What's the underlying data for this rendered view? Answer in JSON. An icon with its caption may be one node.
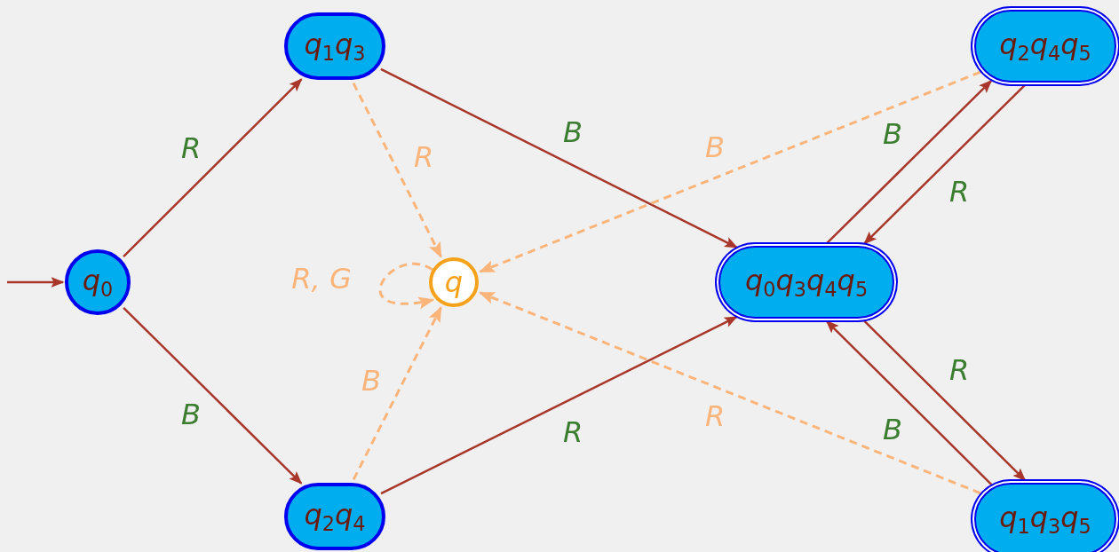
{
  "diagram": {
    "nodes": [
      {
        "text": [
          "q$_{0}$"
        ]
      },
      {
        "text": [
          "q$_{1}$q$_{3}$"
        ]
      },
      {
        "text": [
          "q$_{2}$q$_{4}$"
        ]
      },
      {
        "text": [
          "q"
        ]
      },
      {
        "text": [
          "q$_{0}$q$_{3}$q$_{4}$q$_{5}$"
        ]
      },
      {
        "text": [
          "q$_{2}$q$_{4}$q$_{5}$"
        ]
      },
      {
        "text": [
          "q$_{1}$q$_{3}$q$_{5}$"
        ]
      }
    ],
    "edges": [
      {
        "from": null,
        "to": 0,
        "arrow": "to"
      },
      {
        "from": 0,
        "to": 1,
        "arrow": "to",
        "label": "R"
      },
      {
        "from": 0,
        "to": 2,
        "arrow": "to",
        "label": "B"
      },
      {
        "from": 1,
        "to": 4,
        "arrow": "to",
        "label": "B"
      },
      {
        "from": 2,
        "to": 4,
        "arrow": "to",
        "label": "R"
      },
      {
        "from": 4,
        "to": 5,
        "arrow": "to",
        "label": "B"
      },
      {
        "from": 5,
        "to": 4,
        "arrow": "to",
        "label": "R"
      },
      {
        "from": 4,
        "to": 6,
        "arrow": "to",
        "label": "R"
      },
      {
        "from": 6,
        "to": 4,
        "arrow": "to",
        "label": "B"
      },
      {
        "from": 1,
        "to": 3,
        "arrow": "to",
        "label": "R",
        "style": "dashed",
        "color": "#fbb57b"
      },
      {
        "from": 2,
        "to": 3,
        "arrow": "to",
        "label": "B",
        "style": "dashed",
        "color": "#fbb57b"
      },
      {
        "from": 5,
        "to": 3,
        "arrow": "to",
        "label": "B",
        "style": "dashed",
        "color": "#fbb57b"
      },
      {
        "from": 6,
        "to": 3,
        "arrow": "to",
        "label": "R",
        "style": "dashed",
        "color": "#fbb57b"
      },
      {
        "from": 3,
        "to": 3,
        "arrow": "to",
        "label": "R, G",
        "style": "dashed",
        "color": "#fbb57b"
      }
    ]
  }
}
